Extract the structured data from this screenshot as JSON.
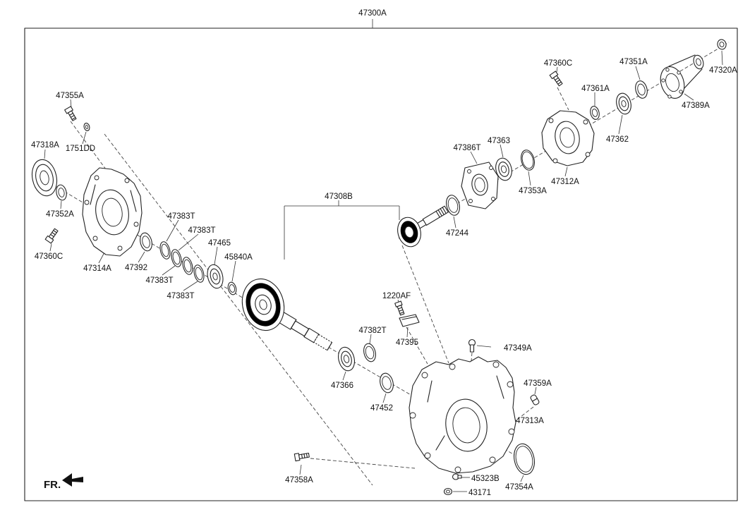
{
  "diagram": {
    "title": "47300A",
    "fr_label": "FR.",
    "type": "exploded-parts-diagram",
    "colors": {
      "line": "#222222",
      "background": "#ffffff",
      "text": "#111111"
    }
  },
  "parts": {
    "p47300A": "47300A",
    "p47355A": "47355A",
    "p1751DD": "1751DD",
    "p47318A": "47318A",
    "p47352A": "47352A",
    "p47360C": "47360C",
    "p47314A": "47314A",
    "p47392": "47392",
    "p47383T": "47383T",
    "p47465": "47465",
    "p45840A": "45840A",
    "p47308B": "47308B",
    "p47382T": "47382T",
    "p47366": "47366",
    "p47452": "47452",
    "p1220AF": "1220AF",
    "p47395": "47395",
    "p47349A": "47349A",
    "p47359A": "47359A",
    "p47313A": "47313A",
    "p45323B": "45323B",
    "p43171": "43171",
    "p47354A": "47354A",
    "p47358A": "47358A",
    "p47244": "47244",
    "p47386T": "47386T",
    "p47363": "47363",
    "p47353A": "47353A",
    "p47312A": "47312A",
    "p47361A": "47361A",
    "p47362": "47362",
    "p47351A": "47351A",
    "p47389A": "47389A",
    "p47320A": "47320A"
  }
}
